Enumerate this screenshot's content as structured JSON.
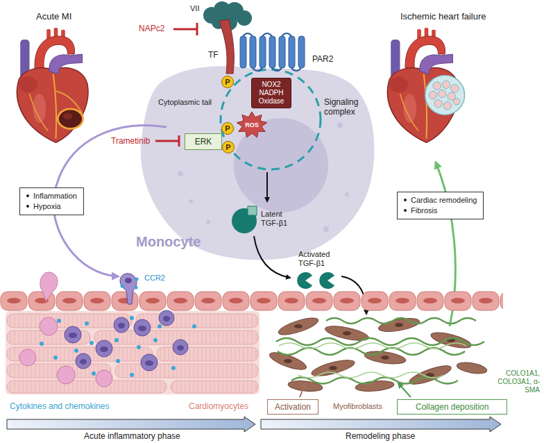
{
  "diagram": {
    "nodes": [
      {
        "text": [
          "P"
        ]
      },
      {
        "text": [
          "NOX2 NADPH Oxidase"
        ]
      },
      {
        "text": [
          "ROS"
        ]
      },
      {
        "text": [
          "P"
        ]
      },
      {
        "text": [
          "ERK"
        ]
      },
      {
        "text": [
          "P"
        ]
      },
      {
        "text": [
          "Inflammation",
          "Hypoxia"
        ]
      },
      {
        "text": [
          "Cardiac remodeling",
          "Fibrosis"
        ]
      },
      {
        "text": [
          "Activation"
        ]
      },
      {
        "text": [
          "Collagen deposition"
        ]
      }
    ],
    "labels": [
      "Acute MI",
      "VII",
      "Ischemic heart failure",
      "NAPc2",
      "TF",
      "PAR2",
      "Cytoplasmic tail",
      "Signaling complex",
      "Trametinib",
      "Latent TGF-β1",
      "Monocyte",
      "Activated TGF-β1",
      "CCR2",
      "COLO1A1, COLO3A1, α-SMA",
      "Cytokines and chemokines",
      "Cardiomyocytes",
      "Myofibroblasts",
      "Acute inflammatory phase",
      "Remodeling phase"
    ]
  }
}
